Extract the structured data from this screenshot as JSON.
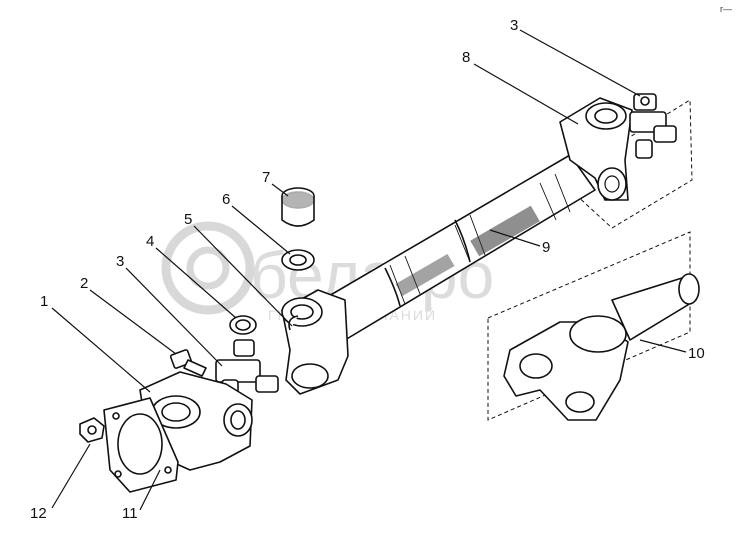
{
  "callouts": [
    {
      "id": "1",
      "label": "1"
    },
    {
      "id": "2",
      "label": "2"
    },
    {
      "id": "3a",
      "label": "3"
    },
    {
      "id": "3b",
      "label": "3"
    },
    {
      "id": "4",
      "label": "4"
    },
    {
      "id": "5",
      "label": "5"
    },
    {
      "id": "6",
      "label": "6"
    },
    {
      "id": "7",
      "label": "7"
    },
    {
      "id": "8",
      "label": "8"
    },
    {
      "id": "9",
      "label": "9"
    },
    {
      "id": "10",
      "label": "10"
    },
    {
      "id": "11",
      "label": "11"
    },
    {
      "id": "12",
      "label": "12"
    }
  ],
  "watermark": {
    "brand": "белагро",
    "tagline": "ГРУППА КОМПАНИЙ"
  },
  "corner_mark": "r—"
}
